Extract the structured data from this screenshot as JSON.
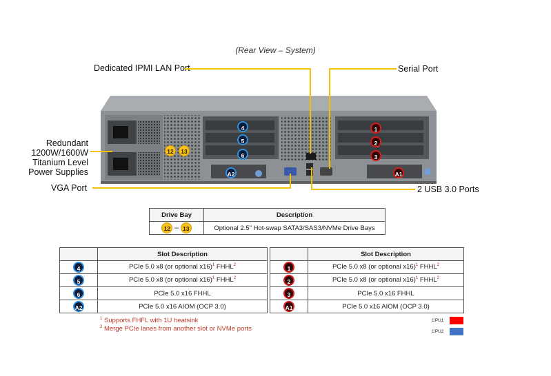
{
  "title": "(Rear View – System)",
  "callouts": {
    "ipmi": "Dedicated IPMI  LAN Port",
    "serial": "Serial Port",
    "psu_line1": "Redundant",
    "psu_line2": "1200W/1600W",
    "psu_line3": "Titanium Level",
    "psu_line4": "Power Supplies",
    "vga": "VGA Port",
    "usb": "2 USB 3.0 Ports"
  },
  "chassis_badges": {
    "b4": "4",
    "b5": "5",
    "b6": "6",
    "a2": "A2",
    "b1": "1",
    "b2": "2",
    "b3": "3",
    "a1": "A1",
    "b12": "12",
    "b13": "13"
  },
  "drive_table": {
    "header_bay": "Drive Bay",
    "header_desc": "Description",
    "bay_from": "12",
    "bay_sep": "–",
    "bay_to": "13",
    "description": "Optional 2.5\" Hot-swap SATA3/SAS3/NVMe Drive Bays"
  },
  "slot_tables": {
    "header": "Slot Description",
    "left": [
      {
        "badge": "4",
        "text": "PCIe 5.0 x8 (or optional x16)",
        "sup1": "1",
        "suffix": " FHHL",
        "sup2": "2"
      },
      {
        "badge": "5",
        "text": "PCIe 5.0 x8 (or optional x16)",
        "sup1": "1",
        "suffix": " FHHL",
        "sup2": "2"
      },
      {
        "badge": "6",
        "text": "PCIe 5.0 x16 FHHL"
      },
      {
        "badge": "A2",
        "text": "PCIe 5.0 x16 AIOM (OCP 3.0)"
      }
    ],
    "right": [
      {
        "badge": "1",
        "text": "PCIe 5.0 x8 (or optional x16)",
        "sup1": "1",
        "suffix": " FHHL",
        "sup2": "2"
      },
      {
        "badge": "2",
        "text": "PCIe 5.0 x8 (or optional x16)",
        "sup1": "1",
        "suffix": " FHHL",
        "sup2": "2"
      },
      {
        "badge": "3",
        "text": "PCIe 5.0 x16 FHHL"
      },
      {
        "badge": "A1",
        "text": "PCIe 5.0 x16 AIOM (OCP 3.0)"
      }
    ]
  },
  "footnotes": {
    "f1_mark": "1",
    "f1": " Supports FHFL with 1U heatsink",
    "f2_mark": "2",
    "f2": " Merge PCIe lanes from another slot or NVMe  ports"
  },
  "legend": {
    "cpu1_label": "CPU1",
    "cpu1_color": "#ff0000",
    "cpu2_label": "CPU2",
    "cpu2_color": "#4472c4"
  }
}
